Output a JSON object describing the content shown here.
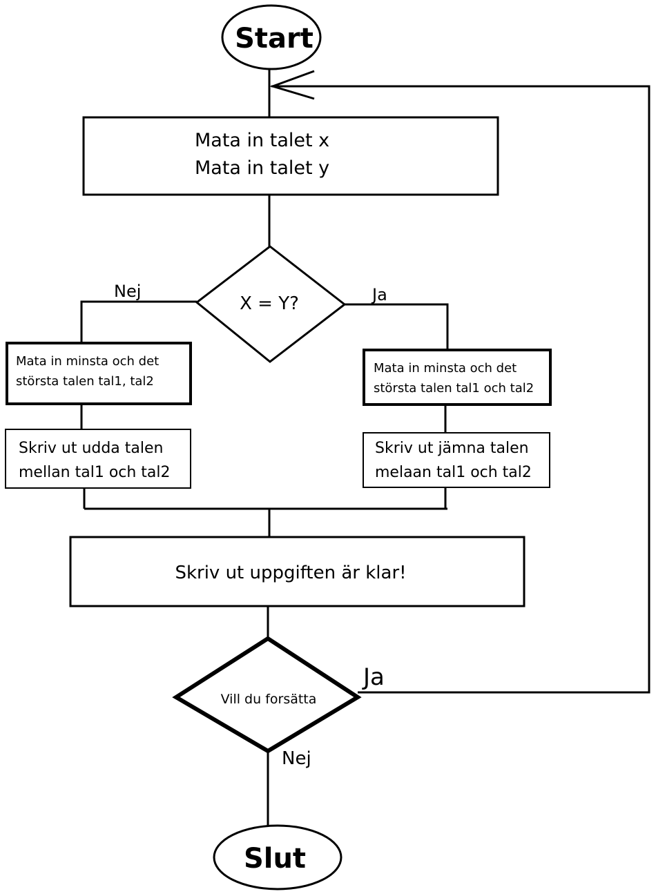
{
  "terminals": {
    "start": "Start",
    "end": "Slut"
  },
  "process_input": {
    "line1": "Mata in talet x",
    "line2": "Mata in talet y"
  },
  "decision_equal": {
    "question": "X = Y?",
    "no_label": "Nej",
    "yes_label": "Ja"
  },
  "left_branch": {
    "input_line1": "Mata in minsta och det",
    "input_line2": "största talen tal1, tal2",
    "output_line1": "Skriv ut udda talen",
    "output_line2": "mellan tal1 och tal2"
  },
  "right_branch": {
    "input_line1": "Mata in minsta och det",
    "input_line2": "största talen tal1 och tal2",
    "output_line1": "Skriv ut jämna talen",
    "output_line2": "melaan tal1 och tal2"
  },
  "process_done": {
    "text": "Skriv ut uppgiften är klar!"
  },
  "decision_continue": {
    "question": "Vill du forsätta",
    "yes_label": "Ja",
    "no_label": "Nej"
  }
}
